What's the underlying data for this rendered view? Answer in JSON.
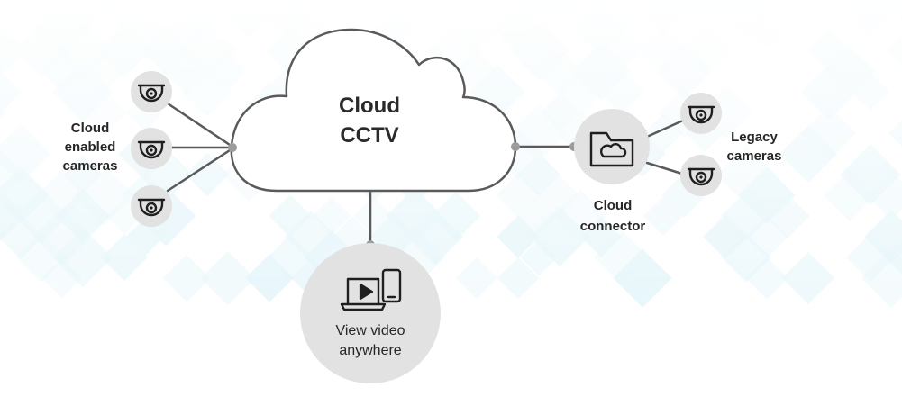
{
  "cloud": {
    "title_line1": "Cloud",
    "title_line2": "CCTV"
  },
  "left_group": {
    "label_line1": "Cloud",
    "label_line2": "enabled",
    "label_line3": "cameras",
    "icon": "dome-camera-icon"
  },
  "right_group": {
    "label_line1": "Legacy",
    "label_line2": "cameras",
    "icon": "dome-camera-icon"
  },
  "connector": {
    "label_line1": "Cloud",
    "label_line2": "connector",
    "icon": "folder-cloud-icon"
  },
  "viewer": {
    "label_line1": "View video",
    "label_line2": "anywhere",
    "icon": "laptop-phone-play-icon"
  },
  "colors": {
    "line": "#5a5a5a",
    "disc": "#e2e2e2",
    "dot": "#9c9c9c",
    "background_pattern": "#dcf2f8"
  }
}
